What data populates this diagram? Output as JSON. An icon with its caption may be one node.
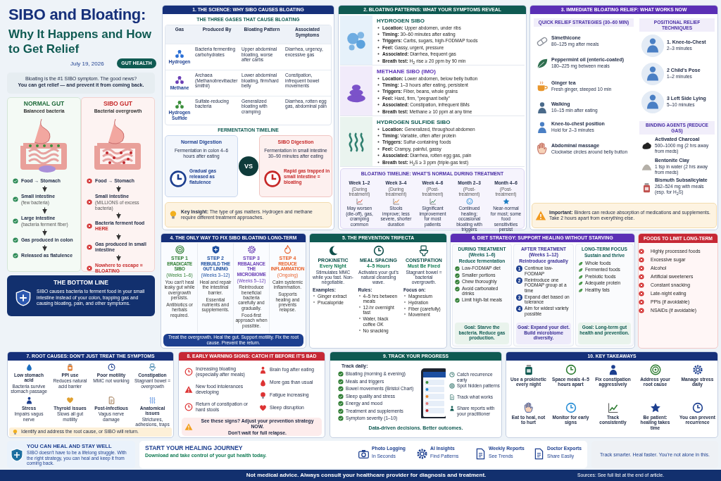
{
  "diagram": {
    "title": "SIBO and Bloating:",
    "labels": [
      "Why It Happens and How to Get Relief",
      "July 19, 2026"
    ],
    "nodes": [
      {
        "text": [
          "GUT HEALTH"
        ]
      },
      {
        "text": [
          "Bloating is the #1 SIBO symptom. The good news?",
          "You can get relief — and prevent it from coming back."
        ]
      },
      {
        "text": [
          "NORMAL GUT",
          "Balanced bacteria"
        ]
      },
      {
        "text": [
          "Food → Stomach"
        ],
        "in": 2
      },
      {
        "text": [
          "Small intestine",
          "(few bacteria)"
        ],
        "in": 2
      },
      {
        "text": [
          "Large intestine",
          "(bacteria ferment fiber)"
        ],
        "in": 2
      },
      {
        "text": [
          "Gas produced in colon"
        ],
        "in": 2
      },
      {
        "text": [
          "Released as flatulence"
        ],
        "in": 2
      },
      {
        "text": [
          "SIBO GUT",
          "Bacterial overgrowth"
        ]
      },
      {
        "text": [
          "Food → Stomach"
        ],
        "in": 8
      },
      {
        "text": [
          "Small intestine",
          "(MILLIONS of excess bacteria)"
        ],
        "in": 8
      },
      {
        "text": [
          "Bacteria ferment food **HERE**"
        ],
        "in": 8
      },
      {
        "text": [
          "Gas produced in small intestine"
        ],
        "in": 8
      },
      {
        "text": [
          "Nowhere to escape = BLOATING"
        ],
        "in": 8
      },
      {
        "text": [
          "THE BOTTOM LINE",
          "SIBO causes bacteria to ferment food in your small intestine instead of your colon, trapping gas and causing bloating, pain, and other symptoms."
        ]
      },
      {
        "text": [
          "1. THE SCIENCE: WHY SIBO CAUSES BLOATING",
          "THE THREE GASES THAT CAUSE BLOATING",
          "FERMENTATION TIMELINE"
        ]
      },
      {
        "text": [
          "Gas",
          "Produced By",
          "Bloating Pattern",
          "Associated Symptoms",
          "Hydrogen",
          "Bacteria fermenting carbohydrates",
          "Upper abdominal bloating, worse after carbs",
          "Diarrhea, urgency, excessive gas",
          "Methane",
          "Archaea (Methanobrevibacter smithii)",
          "Lower abdominal bloating, firm/hard belly",
          "Constipation, infrequent bowel movements",
          "Hydrogen Sulfide",
          "Sulfate-reducing bacteria",
          "Generalized bloating with cramping",
          "Diarrhea, rotten egg gas, abdominal pain"
        ],
        "in": 15
      },
      {
        "text": [
          "Normal Digestion",
          "Fermentation in colon 4–6 hours after eating",
          "Gradual gas released as flatulence"
        ],
        "in": 15
      },
      {
        "text": [
          "VS"
        ],
        "in": 15
      },
      {
        "text": [
          "SIBO Digestion",
          "Fermentation in small intestine 30–90 minutes after eating",
          "Rapid gas trapped in small intestine = bloating"
        ],
        "in": 15
      },
      {
        "text": [
          "**Key Insight:** The type of gas matters. Hydrogen and methane require different treatment approaches."
        ],
        "in": 15
      },
      {
        "text": [
          "2. BLOATING PATTERNS: WHAT YOUR SYMPTOMS REVEAL"
        ]
      },
      {
        "text": [
          "HYDROGEN SIBO",
          "**Location:** Upper abdomen, under ribs",
          "**Timing:** 30–60 minutes after eating",
          "**Triggers:** Carbs, sugars, high-FODMAP foods",
          "**Feel:** Gassy, urgent, pressure",
          "**Associated:** Diarrhea, frequent gas",
          "**Breath test:** H$_{2}$ rise ≥ 20 ppm by 90 min"
        ],
        "in": 21
      },
      {
        "text": [
          "METHANE SIBO (IMO)",
          "**Location:** Lower abdomen, below belly button",
          "**Timing:** 1–3 hours after eating, persistent",
          "**Triggers:** Fiber, beans, whole grains",
          "**Feel:** Hard, firm, \"pregnant belly\"",
          "**Associated:** Constipation, infrequent BMs",
          "**Breath test:** Methane ≥ 10 ppm at any time"
        ],
        "in": 21
      },
      {
        "text": [
          "HYDROGEN SULFIDE SIBO",
          "**Location:** Generalized, throughout abdomen",
          "**Timing:** Variable, often after protein",
          "**Triggers:** Sulfur-containing foods",
          "**Feel:** Crampy, painful, gassy",
          "**Associated:** Diarrhea, rotten egg gas, pain",
          "**Breath test:** H$_{2}$S ≥ 3 ppm (triple-gas test)"
        ],
        "in": 21
      },
      {
        "text": [
          "BLOATING TIMELINE: WHAT'S NORMAL DURING TREATMENT"
        ],
        "in": 21
      },
      {
        "text": [
          "Week 1–2",
          "(During treatment)",
          "May worsen (die-off), gas, cramping common"
        ],
        "in": 25
      },
      {
        "text": [
          "Week 3–4",
          "(During treatment)",
          "Stools improve; less severe, shorter duration"
        ],
        "in": 25
      },
      {
        "text": [
          "Week 4–6",
          "(Post-treatment)",
          "Significant improvement for most patients"
        ],
        "in": 25
      },
      {
        "text": [
          "Month 2–3",
          "(Post-treatment)",
          "Continued healing; occasional bloating with triggers"
        ],
        "in": 25
      },
      {
        "text": [
          "Month 4–6",
          "(Post-treatment)",
          "Near-normal for most; some food sensitivities persist"
        ],
        "in": 25
      },
      {
        "text": [
          "3. IMMEDIATE BLOATING RELIEF: WHAT WORKS NOW"
        ]
      },
      {
        "text": [
          "QUICK RELIEF STRATEGIES (30–60 MIN)"
        ],
        "in": 31
      },
      {
        "text": [
          "Simethicone",
          "80–125 mg after meals"
        ],
        "in": 32
      },
      {
        "text": [
          "Peppermint oil (enteric-coated)",
          "180–225 mg between meals"
        ],
        "in": 32
      },
      {
        "text": [
          "Ginger tea",
          "Fresh ginger, steeped 10 min"
        ],
        "in": 32
      },
      {
        "text": [
          "Walking",
          "10–15 min after eating"
        ],
        "in": 32
      },
      {
        "text": [
          "Knee-to-chest position",
          "Hold for 2–3 minutes"
        ],
        "in": 32
      },
      {
        "text": [
          "Abdominal massage",
          "Clockwise circles around belly button"
        ],
        "in": 32
      },
      {
        "text": [
          "POSITIONAL RELIEF TECHNIQUES"
        ],
        "in": 31
      },
      {
        "text": [
          "1. Knee-to-Chest",
          "2–3 minutes"
        ],
        "in": 39
      },
      {
        "text": [
          "2 Child's Pose",
          "1–2 minutes"
        ],
        "in": 39
      },
      {
        "text": [
          "3 Left Side Lying",
          "5–10 minutes"
        ],
        "in": 39
      },
      {
        "text": [
          "BINDING AGENTS (REDUCE GAS)"
        ],
        "in": 31
      },
      {
        "text": [
          "Activated Charcoal",
          "500–1000 mg (2 hrs away from meds)"
        ],
        "in": 43
      },
      {
        "text": [
          "Bentonite Clay",
          "1 tsp in water (2 hrs away from meds)"
        ],
        "in": 43
      },
      {
        "text": [
          "Bismuth Subsalicylate",
          "262–524 mg with meals (esp. for H$_{2}$S)"
        ],
        "in": 43
      },
      {
        "text": [
          "**Important:** Binders can reduce absorption of medications and supplements. Take 2 hours apart from everything else."
        ],
        "in": 31
      },
      {
        "text": [
          "4. THE ONLY WAY TO FIX SIBO BLOATING LONG-TERM"
        ]
      },
      {
        "text": [
          "STEP 1",
          "ERADICATE SIBO",
          "(Weeks 1–6)",
          "You can't heal leaky gut while overgrowth persists.",
          "Antibiotics or herbals required."
        ],
        "in": 48
      },
      {
        "text": [
          "STEP 2",
          "REBUILD THE GUT LINING",
          "(Weeks 3–12)",
          "Heal and repair the intestinal barrier.",
          "Essential nutrients and supplements."
        ],
        "in": 48
      },
      {
        "text": [
          "STEP 3",
          "REBALANCE THE MICROBIOME",
          "(Weeks 5–12)",
          "Reintroduce beneficial bacteria carefully and gradually.",
          "Food-first approach when possible."
        ],
        "in": 48
      },
      {
        "text": [
          "STEP 4",
          "REDUCE INFLAMMATION",
          "(Ongoing)",
          "Calm systemic inflammation.",
          "Supports healing and prevents relapse."
        ],
        "in": 48
      },
      {
        "text": [
          "Treat the overgrowth. Heal the gut. Support motility. Fix the root cause. Prevent the return."
        ],
        "in": 48
      },
      {
        "text": [
          "5. THE PREVENTION TRIFECTA"
        ]
      },
      {
        "text": [
          "PROKINETIC",
          "Every Night",
          "Stimulates MMC while you fast. Non-negotiable.",
          "Examples:",
          "Ginger extract",
          "Prucalopride"
        ],
        "in": 54
      },
      {
        "text": [
          "MEAL SPACING",
          "4–5 Hours",
          "Activates your gut's natural cleansing wave.",
          "Rules:",
          "4–5 hrs between meals",
          "12-hr overnight fast",
          "Water, black coffee OK",
          "No snacking"
        ],
        "in": 54
      },
      {
        "text": [
          "CONSTIPATION",
          "Must Be Fixed",
          "Stagnant bowel = bacterial overgrowth.",
          "Focus on:",
          "Magnesium",
          "Hydration",
          "Fiber (carefully)",
          "Movement"
        ],
        "in": 54
      },
      {
        "text": [
          "6. DIET STRATEGY: SUPPORT HEALING WITHOUT STARVING"
        ]
      },
      {
        "text": [
          "DURING TREATMENT (Weeks 1–6)",
          "Reduce fermentation",
          "Low-FODMAP diet",
          "Smaller portions",
          "Chew thoroughly",
          "Avoid carbonated drinks",
          "Limit high-fat meals"
        ],
        "in": 58
      },
      {
        "text": [
          "Goal: Starve the bacteria. Reduce gas production."
        ],
        "in": 59
      },
      {
        "text": [
          "AFTER TREATMENT (Weeks 1–12)",
          "Reintroduce gradually",
          "1",
          "Continue low-FODMAP",
          "2",
          "Reintroduce one FODMAP group at a time",
          "3",
          "Expand diet based on tolerance",
          "4",
          "Aim for widest variety possible"
        ],
        "in": 58
      },
      {
        "text": [
          "Goal: Expand your diet. Build microbiome diversity."
        ],
        "in": 61
      },
      {
        "text": [
          "LONG-TERM FOCUS",
          "Sustain and thrive",
          "Whole foods",
          "Fermented foods",
          "Prebiotic foods",
          "Adequate protein",
          "Healthy fats"
        ],
        "in": 58
      },
      {
        "text": [
          "Goal: Long-term gut health and prevention."
        ],
        "in": 63
      },
      {
        "text": [
          "FOODS TO LIMIT LONG-TERM",
          "Highly processed foods",
          "Excessive sugar",
          "Alcohol",
          "Artificial sweeteners",
          "Constant snacking",
          "Late-night eating",
          "PPIs (if avoidable)",
          "NSAIDs (if avoidable)"
        ]
      },
      {
        "text": [
          "7. ROOT CAUSES: DON'T JUST TREAT THE SYMPTOMS"
        ]
      },
      {
        "text": [
          "Low stomach acid",
          "Bacteria survive stomach passage"
        ],
        "in": 66
      },
      {
        "text": [
          "PPI use",
          "Reduces natural acid barrier"
        ],
        "in": 66
      },
      {
        "text": [
          "Poor motility",
          "MMC not working"
        ],
        "in": 66
      },
      {
        "text": [
          "Constipation",
          "Stagnant bowel = overgrowth"
        ],
        "in": 66
      },
      {
        "text": [
          "Stress",
          "Impairs vagus nerve"
        ],
        "in": 66
      },
      {
        "text": [
          "Thyroid issues",
          "Slows all gut motility"
        ],
        "in": 66
      },
      {
        "text": [
          "Post-infectious",
          "Vagus nerve damage"
        ],
        "in": 66
      },
      {
        "text": [
          "Anatomical issues",
          "Strictures, adhesions, traps"
        ],
        "in": 66
      },
      {
        "text": [
          "Identify and address the root cause, or SIBO will return."
        ],
        "in": 66
      },
      {
        "text": [
          "8. EARLY WARNING SIGNS: CATCH IT BEFORE IT'S BAD"
        ]
      },
      {
        "text": [
          "Increasing bloating (especially after meals)"
        ],
        "in": 76
      },
      {
        "text": [
          "New food intolerances developing"
        ],
        "in": 76
      },
      {
        "text": [
          "Return of constipation or hard stools"
        ],
        "in": 76
      },
      {
        "text": [
          "Brain fog after eating"
        ],
        "in": 76
      },
      {
        "text": [
          "More gas than usual"
        ],
        "in": 76
      },
      {
        "text": [
          "Fatigue increasing"
        ],
        "in": 76
      },
      {
        "text": [
          "Sleep disruption"
        ],
        "in": 76
      },
      {
        "text": [
          "See these signs? Adjust your prevention strategy NOW.",
          "Don't wait for full relapse."
        ],
        "in": 76
      },
      {
        "text": [
          "9. TRACK YOUR PROGRESS",
          "Track daily:",
          "Bloating (morning & evening)",
          "Meals and triggers",
          "Bowel movements (Bristol Chart)",
          "Sleep quality and stress",
          "Energy and mood",
          "Treatment and supplements",
          "Symptom severity (1–10)",
          "Catch recurrence early",
          "Spot hidden patterns",
          "Track what works",
          "Share reports with your practitioner",
          "Data-driven decisions. Better outcomes."
        ]
      },
      {
        "text": [
          "10. KEY TAKEAWAYS"
        ]
      },
      {
        "text": [
          "Use a prokinetic every night"
        ],
        "in": 86
      },
      {
        "text": [
          "Space meals 4–5 hours apart"
        ],
        "in": 86
      },
      {
        "text": [
          "Fix constipation aggressively"
        ],
        "in": 86
      },
      {
        "text": [
          "Address your root cause"
        ],
        "in": 86
      },
      {
        "text": [
          "Manage stress daily"
        ],
        "in": 86
      },
      {
        "text": [
          "Eat to heal, not to hurt"
        ],
        "in": 86
      },
      {
        "text": [
          "Monitor for early signs"
        ],
        "in": 86
      },
      {
        "text": [
          "Track consistently"
        ],
        "in": 86
      },
      {
        "text": [
          "Be patient: healing takes time"
        ],
        "in": 86
      },
      {
        "text": [
          "You can prevent recurrence"
        ],
        "in": 86
      },
      {
        "text": [
          "YOU CAN HEAL AND STAY WELL",
          "SIBO doesn't have to be a lifelong struggle. With the right strategy, you can heal and keep it from coming back."
        ]
      },
      {
        "text": [
          "START YOUR HEALING JOURNEY",
          "Download and take control of your gut health today.",
          "Photo Logging",
          "In Seconds",
          "AI Insights",
          "Find Patterns",
          "Weekly Reports",
          "See Trends",
          "Doctor Exports",
          "Share Easily"
        ]
      },
      {
        "text": [
          "Track smarter. Heal faster. You're not alone in this."
        ]
      },
      {
        "text": [
          "Not medical advice. Always consult your healthcare provider for diagnosis and treatment.",
          "Sources: See full list at the end of article."
        ]
      }
    ],
    "edges": [
      {
        "from": 3,
        "to": 4,
        "arrow": "to"
      },
      {
        "from": 4,
        "to": 5,
        "arrow": "to"
      },
      {
        "from": 5,
        "to": 6,
        "arrow": "to"
      },
      {
        "from": 6,
        "to": 7,
        "arrow": "to"
      },
      {
        "from": 9,
        "to": 10,
        "arrow": "to"
      },
      {
        "from": 10,
        "to": 11,
        "arrow": "to"
      },
      {
        "from": 11,
        "to": 12,
        "arrow": "to"
      },
      {
        "from": 12,
        "to": 13,
        "arrow": "to"
      }
    ]
  }
}
